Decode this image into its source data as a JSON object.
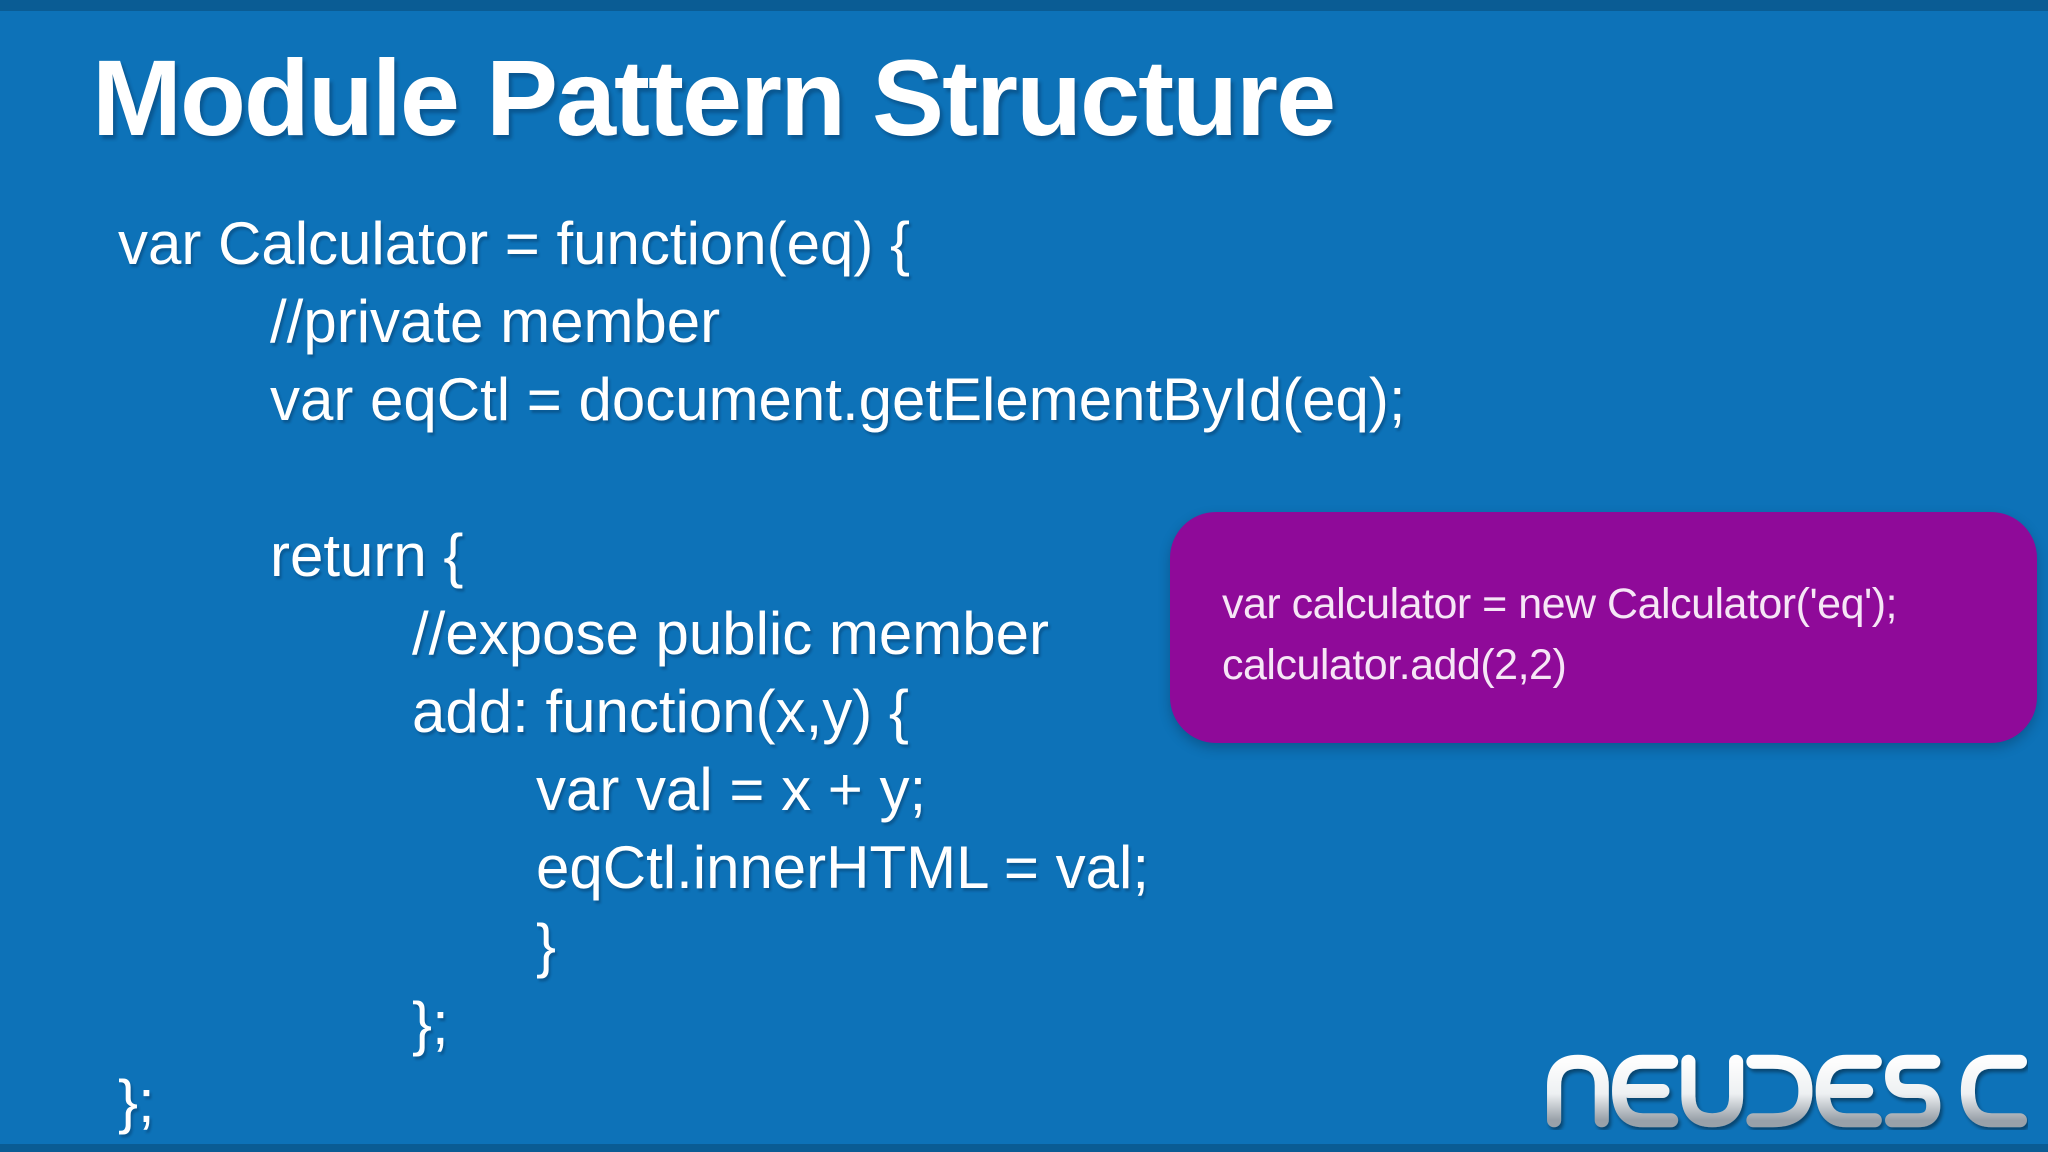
{
  "slide": {
    "title": "Module Pattern Structure"
  },
  "code": {
    "lines": [
      {
        "text": "var Calculator = function(eq) {",
        "indent": 0
      },
      {
        "text": "//private member",
        "indent": 1
      },
      {
        "text": "var eqCtl = document.getElementById(eq);",
        "indent": 1
      },
      {
        "text": "",
        "indent": 0
      },
      {
        "text": "return {",
        "indent": 1
      },
      {
        "text": "//expose public member",
        "indent": 2
      },
      {
        "text": "add: function(x,y) {",
        "indent": 2
      },
      {
        "text": "var val = x + y;",
        "indent": 3
      },
      {
        "text": "eqCtl.innerHTML = val;",
        "indent": 3
      },
      {
        "text": "}",
        "indent": 3
      },
      {
        "text": "};",
        "indent": 2
      },
      {
        "text": "};",
        "indent": 0
      }
    ]
  },
  "callout": {
    "lines": [
      "var calculator = new Calculator('eq');",
      "calculator.add(2,2)"
    ],
    "background": "#8f0a99"
  },
  "logo": {
    "text": "NEUDESIC"
  },
  "colors": {
    "background": "#0d72b8",
    "edge_strip": "#0a5c94",
    "title_text": "#ffffff",
    "code_text": "#ffffff",
    "callout_text": "#f6e6f6"
  }
}
